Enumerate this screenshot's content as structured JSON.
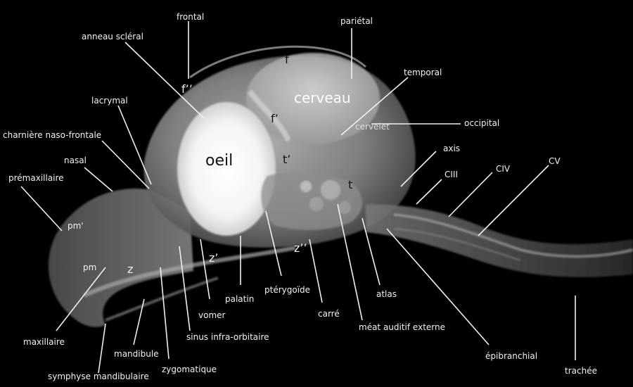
{
  "labels": {
    "frontal": "frontal",
    "parietal": "pariétal",
    "anneau_scleral": "anneau scléral",
    "temporal": "temporal",
    "lacrymal": "lacrymal",
    "occipital": "occipital",
    "charniere": "charnière naso-frontale",
    "axis": "axis",
    "nasal": "nasal",
    "ciii": "CIII",
    "civ": "CIV",
    "cv": "CV",
    "premaxillaire": "prémaxillaire",
    "pm_prime": "pm'",
    "pm": "pm",
    "maxillaire": "maxillaire",
    "mandibule": "mandibule",
    "symphyse": "symphyse mandibulaire",
    "zygomatique": "zygomatique",
    "sinus": "sinus infra-orbitaire",
    "vomer": "vomer",
    "palatin": "palatin",
    "pterygoide": "ptérygoïde",
    "carre": "carré",
    "meat": "méat auditif externe",
    "atlas": "atlas",
    "epibranchial": "épibranchial",
    "trachee": "trachée"
  },
  "overlay": {
    "f": "f",
    "f_second": "f’’",
    "f_prime": "f’",
    "cerveau": "cerveau",
    "cervelet": "cervelet",
    "oeil": "oeil",
    "t_prime": "t’",
    "t": "t",
    "z_prime": "z’",
    "z_second": "z’’",
    "z": "z"
  }
}
